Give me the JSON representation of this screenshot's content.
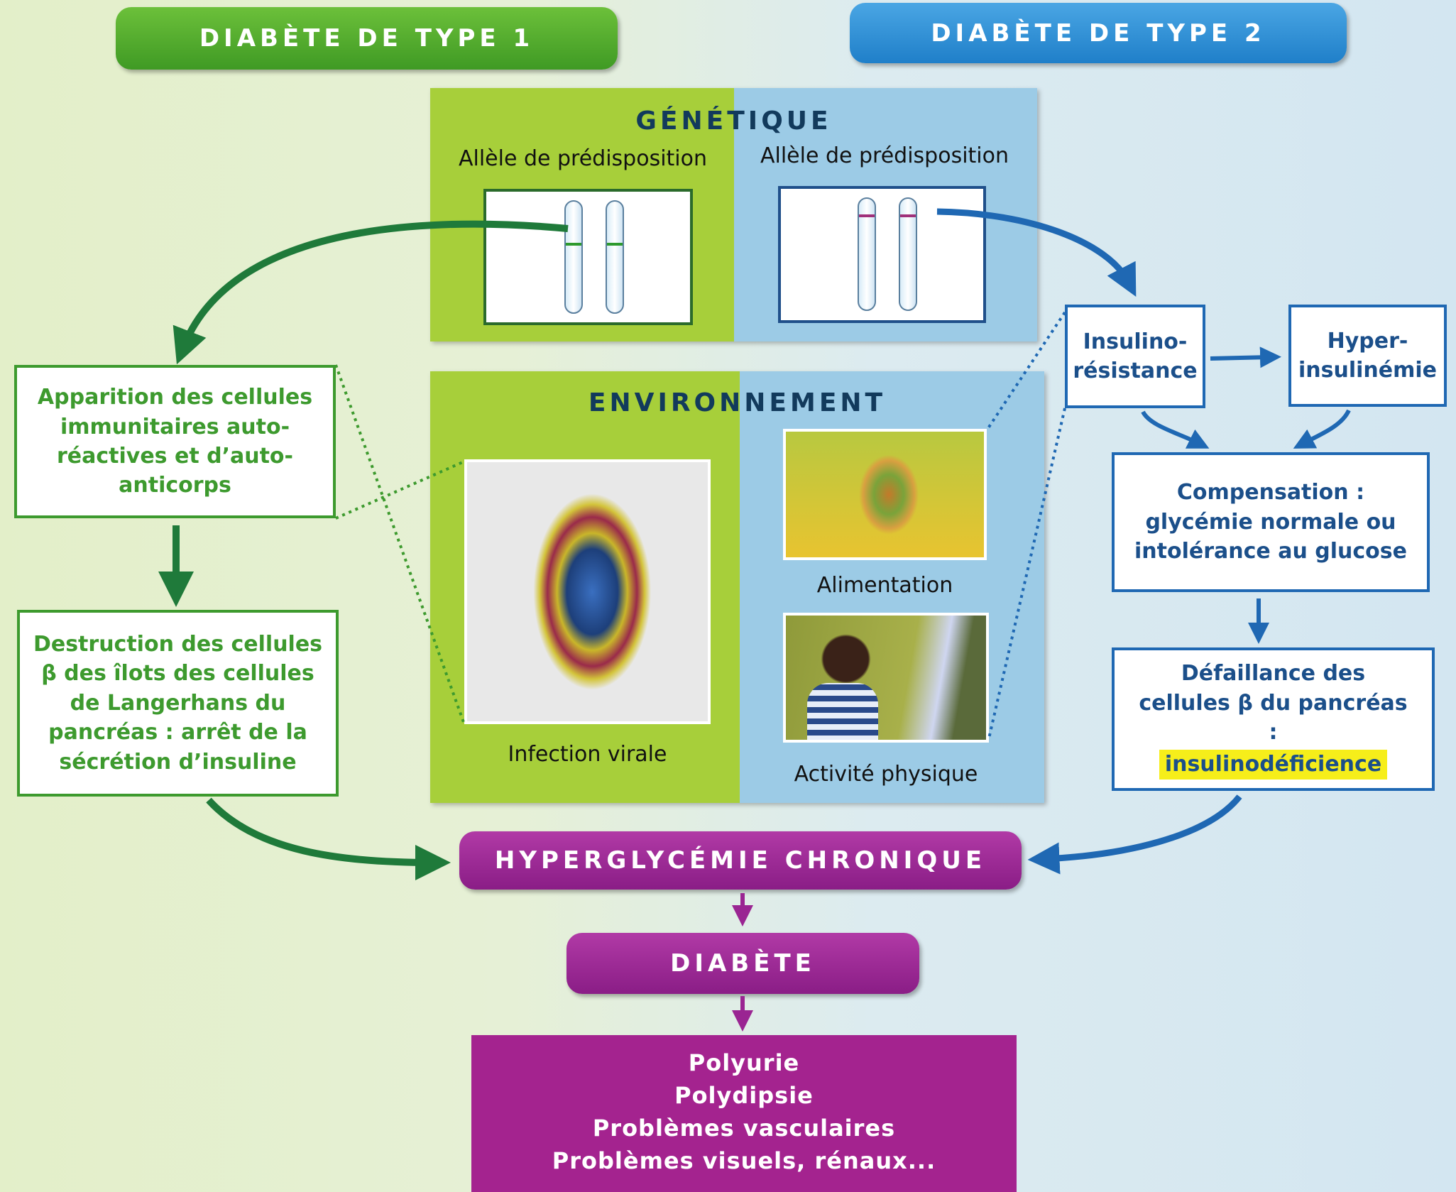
{
  "type1_title": "DIABÈTE DE TYPE 1",
  "type2_title": "DIABÈTE DE TYPE 2",
  "genetics": {
    "title": "GÉNÉTIQUE",
    "left_label": "Allèle de prédisposition",
    "right_label": "Allèle de prédisposition"
  },
  "environment": {
    "title": "ENVIRONNEMENT",
    "virus_label": "Infection virale",
    "food_label": "Alimentation",
    "activity_label": "Activité physique"
  },
  "type1_steps": [
    "Apparition des cellules immunitaires auto-réactives et d’auto-anticorps",
    "Destruction des cellules β des îlots des cellules de Langerhans du pancréas : arrêt de la sécrétion d’insuline"
  ],
  "type2": {
    "insulin_resistance": "Insulino-résistance",
    "hyperinsulinemia": "Hyper-insulinémie",
    "compensation": "Compensation : glycémie normale ou intolérance au glucose",
    "failure": "Défaillance des cellules β du pancréas :",
    "failure_highlight": "insulinodéficience"
  },
  "hyperglycemia": "HYPERGLYCÉMIE CHRONIQUE",
  "diabetes": "DIABÈTE",
  "consequences": [
    "Polyurie",
    "Polydipsie",
    "Problèmes vasculaires",
    "Problèmes visuels, rénaux..."
  ],
  "colors": {
    "green": "#3d9a2e",
    "blue": "#1f68b3",
    "purple": "#9a2592",
    "highlight": "#f6ee1a"
  }
}
